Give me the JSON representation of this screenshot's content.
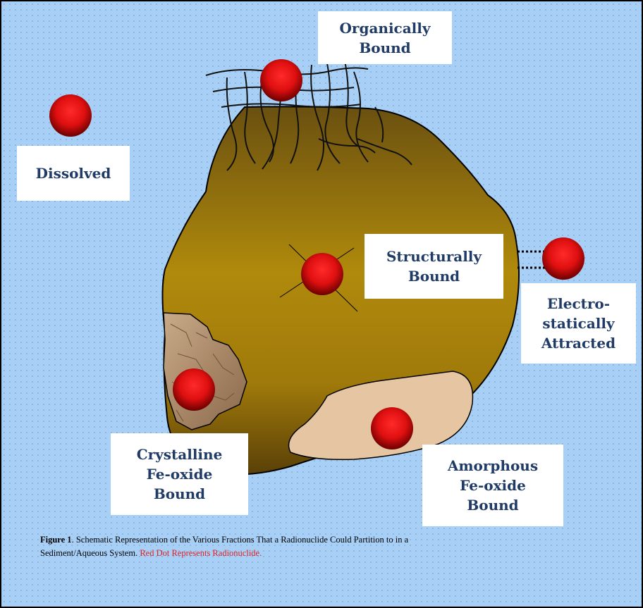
{
  "colors": {
    "water": "#a8d0f6",
    "particle": "#b08a0c",
    "label_text": "#1f3b66",
    "radionuclide": "#e01010",
    "amorphous": "#e6c6a2",
    "caption_note": "#e02020"
  },
  "labels": {
    "organically_bound": "Organically\nBound",
    "dissolved": "Dissolved",
    "structurally_bound": "Structurally\nBound",
    "electrostatically_attracted": "Electro-\nstatically\nAttracted",
    "crystalline": "Crystalline\nFe-oxide\nBound",
    "amorphous": "Amorphous\nFe-oxide\nBound"
  },
  "caption": {
    "figure_label": "Figure 1",
    "text_line1": ".  Schematic Representation of the Various Fractions That a Radionuclide Could Partition to in a",
    "text_line2": "Sediment/Aqueous System.  ",
    "red_note": "Red Dot Represents Radionuclide."
  }
}
